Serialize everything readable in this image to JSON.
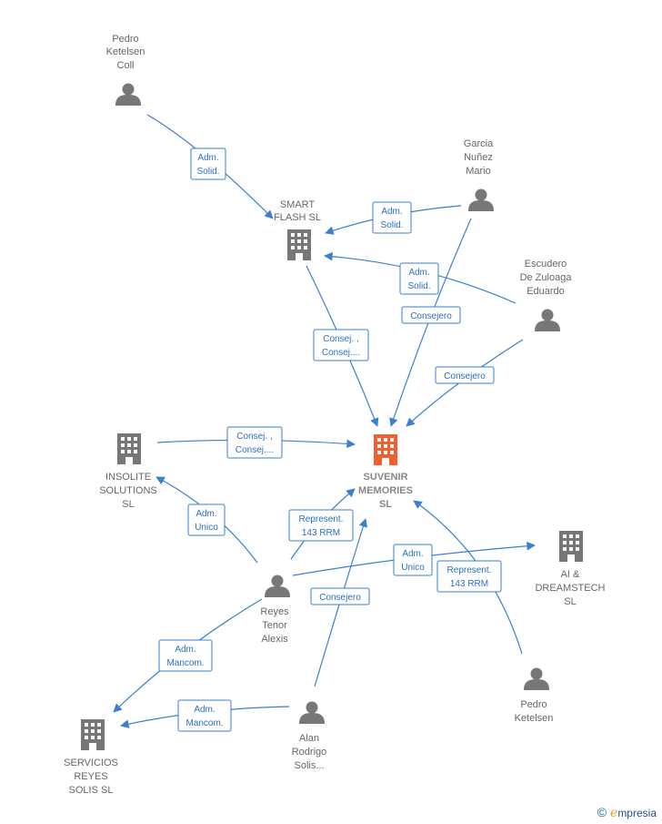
{
  "colors": {
    "edge": "#3a7fd0",
    "person": "#777777",
    "company": "#777777",
    "central": "#f06030"
  },
  "nodes": [
    {
      "id": "pedro_coll",
      "type": "person",
      "lines": [
        "Pedro",
        "Ketelsen",
        "Coll"
      ]
    },
    {
      "id": "garcia",
      "type": "person",
      "lines": [
        "Garcia",
        "Nuñez",
        "Mario"
      ]
    },
    {
      "id": "escudero",
      "type": "person",
      "lines": [
        "Escudero",
        "De Zuloaga",
        "Eduardo"
      ]
    },
    {
      "id": "smart",
      "type": "company",
      "lines": [
        "SMART",
        "FLASH  SL"
      ]
    },
    {
      "id": "suvenir",
      "type": "central",
      "lines": [
        "SUVENIR",
        "MEMORIES",
        "SL"
      ]
    },
    {
      "id": "insolite",
      "type": "company",
      "lines": [
        "INSOLITE",
        "SOLUTIONS",
        "SL"
      ]
    },
    {
      "id": "ai",
      "type": "company",
      "lines": [
        "AI &",
        "DREAMSTECH",
        "SL"
      ]
    },
    {
      "id": "reyes",
      "type": "person",
      "lines": [
        "Reyes",
        "Tenor",
        "Alexis"
      ]
    },
    {
      "id": "pedro",
      "type": "person",
      "lines": [
        "Pedro",
        "Ketelsen"
      ]
    },
    {
      "id": "servicios",
      "type": "company",
      "lines": [
        "SERVICIOS",
        "REYES",
        "SOLIS  SL"
      ]
    },
    {
      "id": "alan",
      "type": "person",
      "lines": [
        "Alan",
        "Rodrigo",
        "Solis..."
      ]
    }
  ],
  "edges": [
    {
      "id": "e1",
      "lines": [
        "Adm.",
        "Solid."
      ]
    },
    {
      "id": "e2",
      "lines": [
        "Adm.",
        "Solid."
      ]
    },
    {
      "id": "e3",
      "lines": [
        "Adm.",
        "Solid."
      ]
    },
    {
      "id": "e4",
      "lines": [
        "Consejero"
      ]
    },
    {
      "id": "e5",
      "lines": [
        "Consej. ,",
        "Consej...."
      ]
    },
    {
      "id": "e6",
      "lines": [
        "Consejero"
      ]
    },
    {
      "id": "e7",
      "lines": [
        "Consej. ,",
        "Consej...."
      ]
    },
    {
      "id": "e8",
      "lines": [
        "Adm.",
        "Unico"
      ]
    },
    {
      "id": "e9",
      "lines": [
        "Represent.",
        "143 RRM"
      ]
    },
    {
      "id": "e10",
      "lines": [
        "Adm.",
        "Unico"
      ]
    },
    {
      "id": "e11",
      "lines": [
        "Represent.",
        "143 RRM"
      ]
    },
    {
      "id": "e12",
      "lines": [
        "Consejero"
      ]
    },
    {
      "id": "e13",
      "lines": [
        "Adm.",
        "Mancom."
      ]
    },
    {
      "id": "e14",
      "lines": [
        "Adm.",
        "Mancom."
      ]
    }
  ],
  "brand": {
    "copyright": "©",
    "initial": "e",
    "name": "mpresia"
  }
}
